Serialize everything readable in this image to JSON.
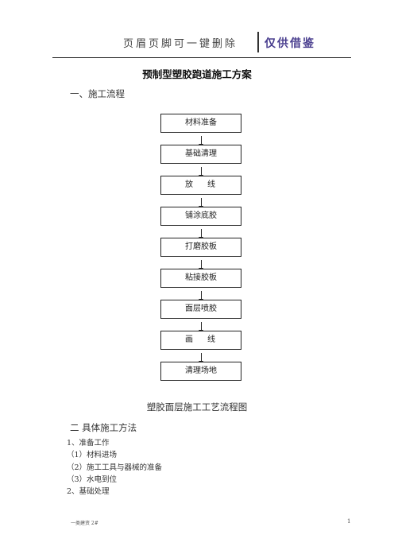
{
  "header": {
    "left_text": "页眉页脚可一键删除",
    "right_text": "仅供借鉴"
  },
  "document": {
    "title": "预制型塑胶跑道施工方案",
    "section1_heading": "一、施工流程",
    "flow_steps": [
      "材料准备",
      "基础清理",
      "放线",
      "铺涂底胶",
      "打磨胶板",
      "粘接胶板",
      "面层喷胶",
      "画线",
      "清理场地"
    ],
    "flow_caption": "塑胶面层施工工艺流程图",
    "section2_heading": "二 具体施工方法",
    "items": [
      "1、准备工作",
      "（1）材料进场",
      "（2）施工工具与器械的准备",
      "（3）水电到位",
      "2、基础处理"
    ]
  },
  "footer": {
    "left_text": "一类建资 2#",
    "page_number": "1"
  }
}
